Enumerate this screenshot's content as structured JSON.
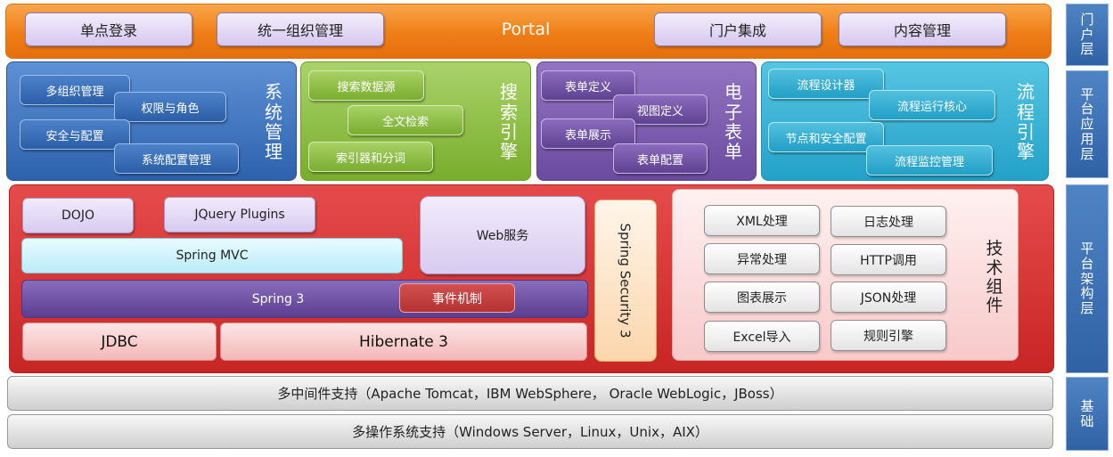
{
  "portal": {
    "title": "Portal",
    "buttons": [
      "单点登录",
      "统一组织管理",
      "门户集成",
      "内容管理"
    ]
  },
  "system_mgmt": {
    "title": [
      "系",
      "统",
      "管",
      "理"
    ],
    "items": [
      "多组织管理",
      "权限与角色",
      "安全与配置",
      "系统配置管理"
    ]
  },
  "search_engine": {
    "title": [
      "搜",
      "索",
      "引",
      "擎"
    ],
    "items": [
      "搜索数据源",
      "全文检索",
      "索引器和分词"
    ]
  },
  "e_form": {
    "title": [
      "电",
      "子",
      "表",
      "单"
    ],
    "items": [
      "表单定义",
      "视图定义",
      "表单展示",
      "表单配置"
    ]
  },
  "workflow": {
    "title": [
      "流",
      "程",
      "引",
      "擎"
    ],
    "items": [
      "流程设计器",
      "流程运行核心",
      "节点和安全配置",
      "流程监控管理"
    ]
  },
  "framework": {
    "dojo": "DOJO",
    "jquery": "JQuery Plugins",
    "web_service": "Web服务",
    "spring_mvc": "Spring MVC",
    "spring3": "Spring 3",
    "event": "事件机制",
    "jdbc": "JDBC",
    "hibernate": "Hibernate 3",
    "security": "Spring Security 3",
    "tech_title": [
      "技",
      "术",
      "组",
      "件"
    ],
    "tech_items": [
      "XML处理",
      "日志处理",
      "异常处理",
      "HTTP调用",
      "图表展示",
      "JSON处理",
      "Excel导入",
      "规则引擎"
    ]
  },
  "foundation": {
    "middleware": "多中间件支持（Apache Tomcat，IBM WebSphere， Oracle WebLogic，JBoss）",
    "os": "多操作系统支持（Windows Server，Linux，Unix，AIX）"
  },
  "layers": {
    "portal_layer": [
      "门",
      "户",
      "层"
    ],
    "app_layer": [
      "平",
      "台",
      "应",
      "用",
      "层"
    ],
    "arch_layer": [
      "平",
      "台",
      "架",
      "构",
      "层"
    ],
    "base_layer": [
      "基",
      "础"
    ]
  }
}
